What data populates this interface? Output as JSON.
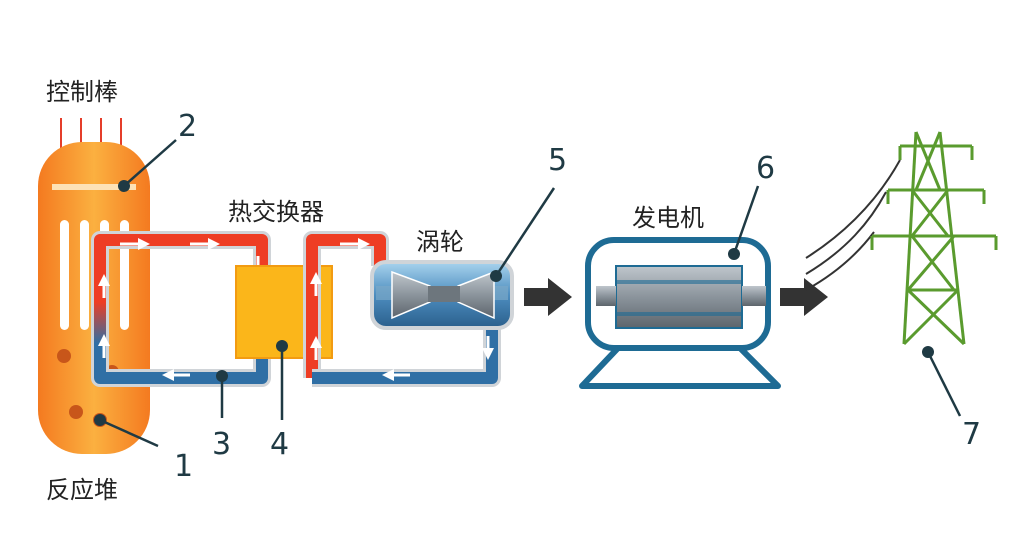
{
  "labels": {
    "control_rods": "控制棒",
    "reactor": "反应堆",
    "heat_exchanger": "热交换器",
    "turbine": "涡轮",
    "generator": "发电机"
  },
  "callouts": [
    "1",
    "2",
    "3",
    "4",
    "5",
    "6",
    "7"
  ],
  "colors": {
    "hot": "#ee3d24",
    "cold": "#2f6fa5",
    "reactor": "#f7931e",
    "exchanger": "#fbb61a",
    "generator_blue": "#1e6b94",
    "tower_green": "#5a9b2e",
    "callout_line": "#1f3a44"
  }
}
